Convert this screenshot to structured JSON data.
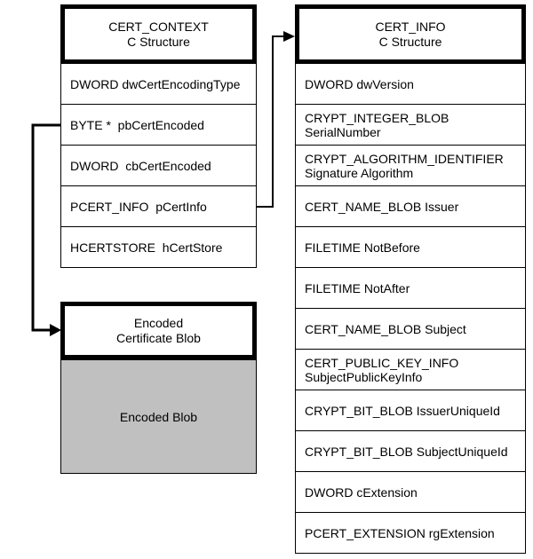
{
  "canvas": {
    "background": "#ffffff",
    "line_color": "#000000",
    "blob_fill": "#c0c0c0"
  },
  "cert_context": {
    "title": "CERT_CONTEXT\nC Structure",
    "rows": [
      "DWORD dwCertEncodingType",
      "BYTE *  pbCertEncoded",
      "DWORD  cbCertEncoded",
      "PCERT_INFO  pCertInfo",
      "HCERTSTORE  hCertStore"
    ]
  },
  "cert_info": {
    "title": "CERT_INFO\nC Structure",
    "rows": [
      "DWORD dwVersion",
      "CRYPT_INTEGER_BLOB\nSerialNumber",
      "CRYPT_ALGORITHM_IDENTIFIER\nSignature Algorithm",
      "CERT_NAME_BLOB Issuer",
      "FILETIME NotBefore",
      "FILETIME NotAfter",
      "CERT_NAME_BLOB Subject",
      "CERT_PUBLIC_KEY_INFO\nSubjectPublicKeyInfo",
      "CRYPT_BIT_BLOB IssuerUniqueId",
      "CRYPT_BIT_BLOB SubjectUniqueId",
      "DWORD cExtension",
      "PCERT_EXTENSION rgExtension"
    ]
  },
  "encoded_blob": {
    "title": "Encoded\nCertificate Blob",
    "body": "Encoded Blob"
  }
}
